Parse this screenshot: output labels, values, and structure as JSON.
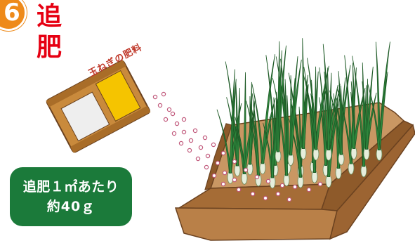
{
  "step": {
    "number": "6",
    "title": "追肥"
  },
  "bag": {
    "label": "玉ねぎの肥料"
  },
  "info": {
    "line1": "追肥１㎡あたり",
    "line2": "約40ｇ"
  },
  "colors": {
    "title_red": "#e60012",
    "badge_orange": "#ee8a1a",
    "info_green": "#1b7a3a",
    "soil_brown": "#b07a43",
    "leaf_green": "#2f8a3e",
    "bag_orange": "#c98a3c",
    "granule_pink": "#c0577a"
  },
  "icons": {
    "fertilizer_bag": "fertilizer-bag-icon",
    "onion_bed": "onion-bed-illustration"
  }
}
